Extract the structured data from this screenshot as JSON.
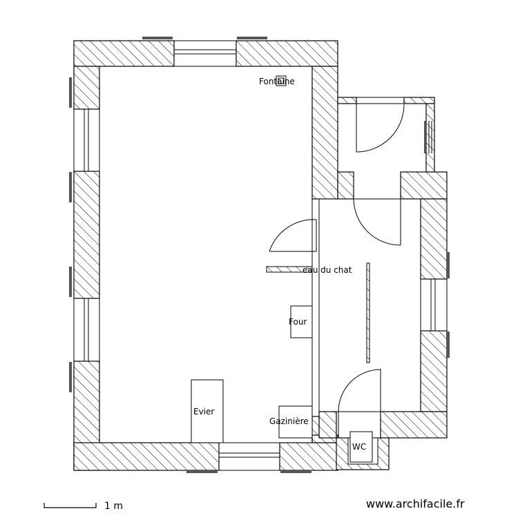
{
  "plan": {
    "labels": {
      "fontaine": "Fontaine",
      "eau_du_chat": "eau du chat",
      "four": "Four",
      "evier": "Evier",
      "gaziniere": "Gazinière",
      "wc": "WC"
    },
    "scale_label": "1 m",
    "watermark": "www.archifacile.fr"
  }
}
